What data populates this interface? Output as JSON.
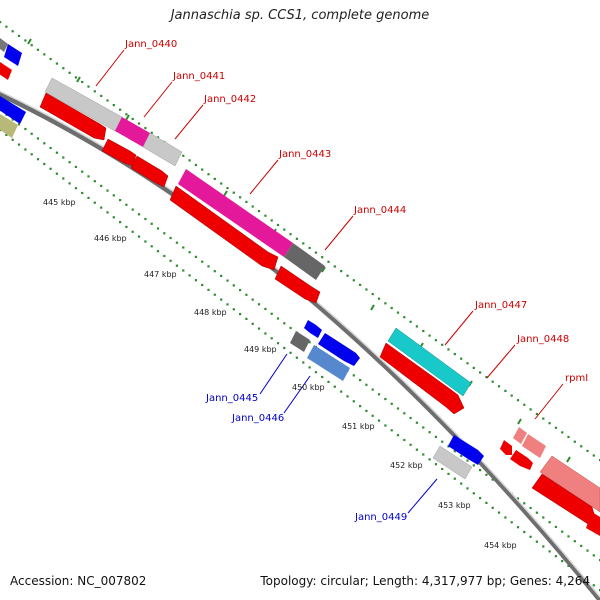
{
  "title": "Jannaschia sp. CCS1, complete genome",
  "footer": {
    "accession": "Accession: NC_007802",
    "info": "Topology: circular; Length: 4,317,977 bp; Genes: 4,264"
  },
  "colors": {
    "backbone": "#8c8c8c",
    "ticks": "#2e8b2e",
    "label_upper": "#cc0000",
    "label_lower": "#0000cc"
  },
  "ticks": [
    {
      "label": "445 kbp"
    },
    {
      "label": "446 kbp"
    },
    {
      "label": "447 kbp"
    },
    {
      "label": "448 kbp"
    },
    {
      "label": "449 kbp"
    },
    {
      "label": "450 kbp"
    },
    {
      "label": "451 kbp"
    },
    {
      "label": "452 kbp"
    },
    {
      "label": "453 kbp"
    },
    {
      "label": "454 kbp"
    }
  ],
  "genes": [
    {
      "label": "Jann_0440",
      "side": "upper"
    },
    {
      "label": "Jann_0441",
      "side": "upper"
    },
    {
      "label": "Jann_0442",
      "side": "upper"
    },
    {
      "label": "Jann_0443",
      "side": "upper"
    },
    {
      "label": "Jann_0444",
      "side": "upper"
    },
    {
      "label": "Jann_0447",
      "side": "upper"
    },
    {
      "label": "Jann_0448",
      "side": "upper"
    },
    {
      "label": "rpmI",
      "side": "upper"
    },
    {
      "label": "Jann_0445",
      "side": "lower"
    },
    {
      "label": "Jann_0446",
      "side": "lower"
    },
    {
      "label": "Jann_0449",
      "side": "lower"
    }
  ]
}
